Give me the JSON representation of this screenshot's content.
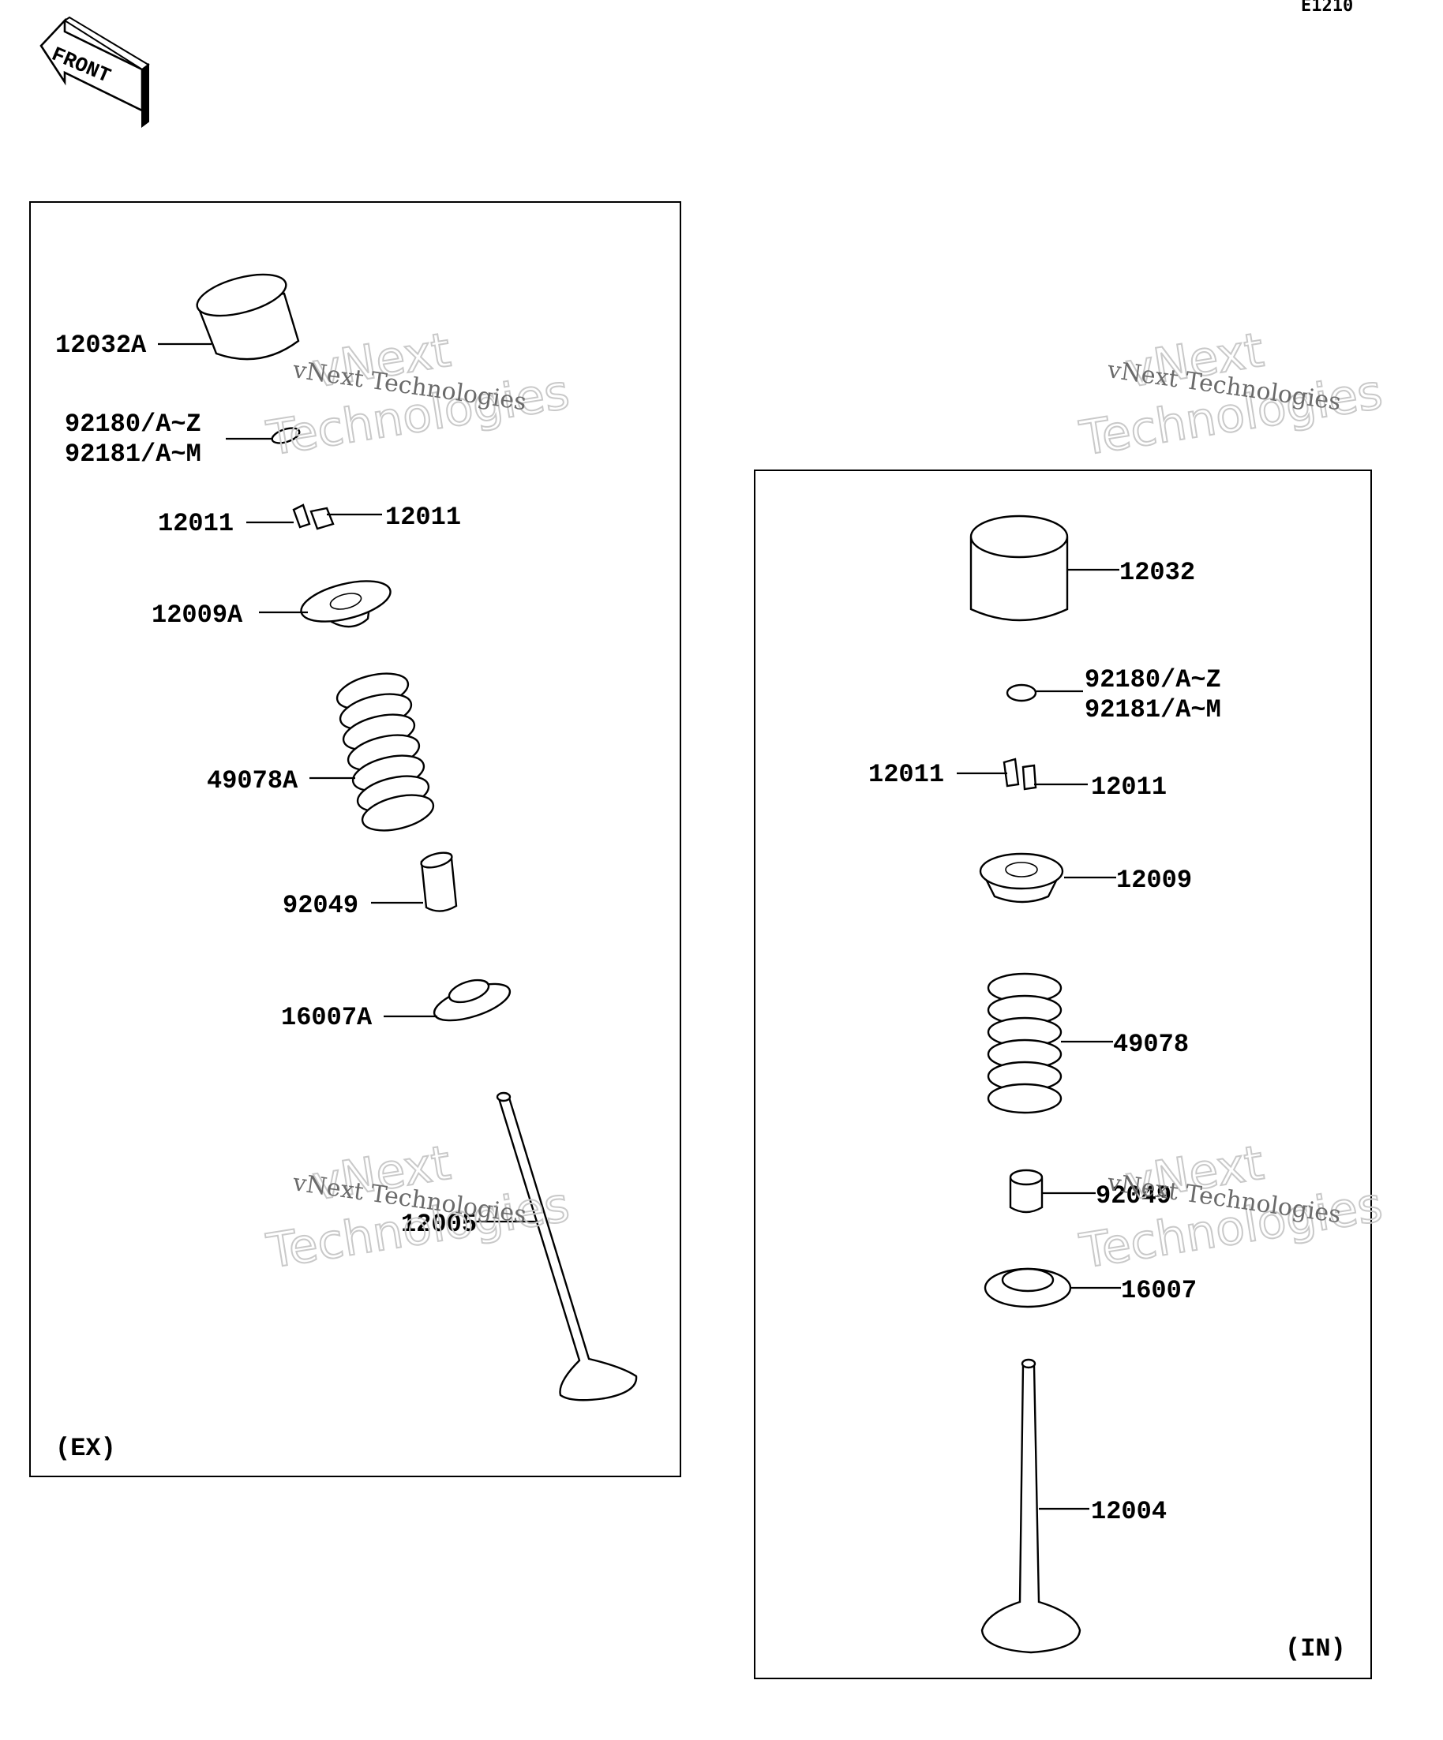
{
  "diagram": {
    "code": "E1210",
    "front_label": "FRONT",
    "exhaust_panel": {
      "tag": "(EX)",
      "labels": {
        "tappet": "12032A",
        "shim": [
          "92180/A~Z",
          "92181/A~M"
        ],
        "cotter_left": "12011",
        "cotter_right": "12011",
        "retainer": "12009A",
        "spring": "49078A",
        "seal": "92049",
        "seat": "16007A",
        "valve": "12005"
      }
    },
    "intake_panel": {
      "tag": "(IN)",
      "labels": {
        "tappet": "12032",
        "shim": [
          "92180/A~Z",
          "92181/A~M"
        ],
        "cotter_left": "12011",
        "cotter_right": "12011",
        "retainer": "12009",
        "spring": "49078",
        "seal": "92049",
        "seat": "16007",
        "valve": "12004"
      }
    },
    "watermark": {
      "line1": "vNext Technologies",
      "line2": "vNext",
      "line3": "Technologies"
    }
  }
}
